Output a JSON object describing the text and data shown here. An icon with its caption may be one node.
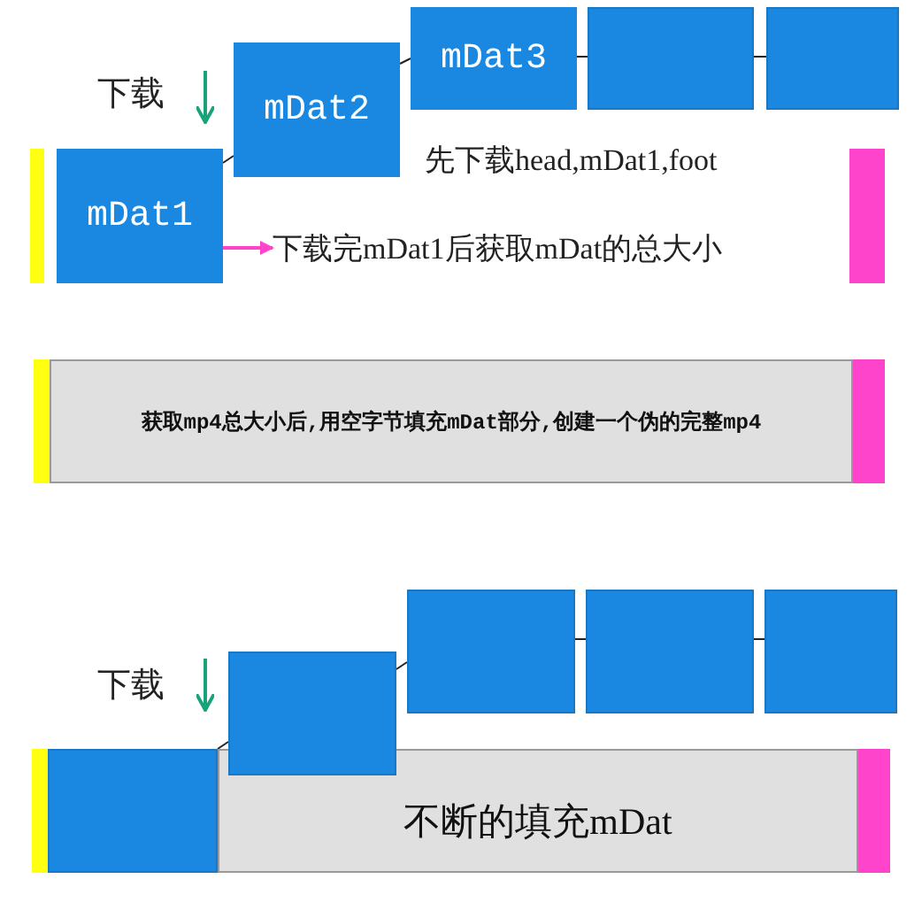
{
  "diagram": {
    "nodes": [
      {
        "text": [],
        "shape": "bar"
      },
      {
        "text": [
          "mDat1"
        ]
      },
      {
        "text": [
          "mDat2"
        ]
      },
      {
        "text": [
          "mDat3"
        ]
      },
      {
        "text": [],
        "shape": "box"
      },
      {
        "text": [],
        "shape": "box"
      },
      {
        "text": [],
        "shape": "bar"
      },
      {
        "text": [
          "下载完mDat1后获取mDat的总大小"
        ]
      },
      {
        "text": [],
        "shape": "bar"
      },
      {
        "text": [
          "获取mp4总大小后,用空字节填充mDat部分,创建一个伪的完整mp4"
        ]
      },
      {
        "text": [],
        "shape": "bar"
      },
      {
        "text": [],
        "shape": "bar"
      },
      {
        "text": [],
        "shape": "box"
      },
      {
        "text": [
          "不断的填充mDat"
        ]
      },
      {
        "text": [],
        "shape": "box"
      },
      {
        "text": [],
        "shape": "box"
      },
      {
        "text": [],
        "shape": "box"
      },
      {
        "text": [],
        "shape": "box"
      },
      {
        "text": [],
        "shape": "bar"
      }
    ],
    "edges": [
      {
        "from": 1,
        "to": 2,
        "arrow": "none"
      },
      {
        "from": 2,
        "to": 3,
        "arrow": "none"
      },
      {
        "from": 3,
        "to": 4,
        "arrow": "none"
      },
      {
        "from": 4,
        "to": 5,
        "arrow": "none"
      },
      {
        "from": 1,
        "to": 7,
        "arrow": "to",
        "color": "#ff44cc"
      },
      {
        "from": 12,
        "to": 14,
        "arrow": "none"
      },
      {
        "from": 14,
        "to": 15,
        "arrow": "none"
      },
      {
        "from": 15,
        "to": 16,
        "arrow": "none"
      },
      {
        "from": 16,
        "to": 17,
        "arrow": "none"
      }
    ],
    "labels": [
      "下载",
      "先下载head,mDat1,foot",
      "下载"
    ]
  }
}
